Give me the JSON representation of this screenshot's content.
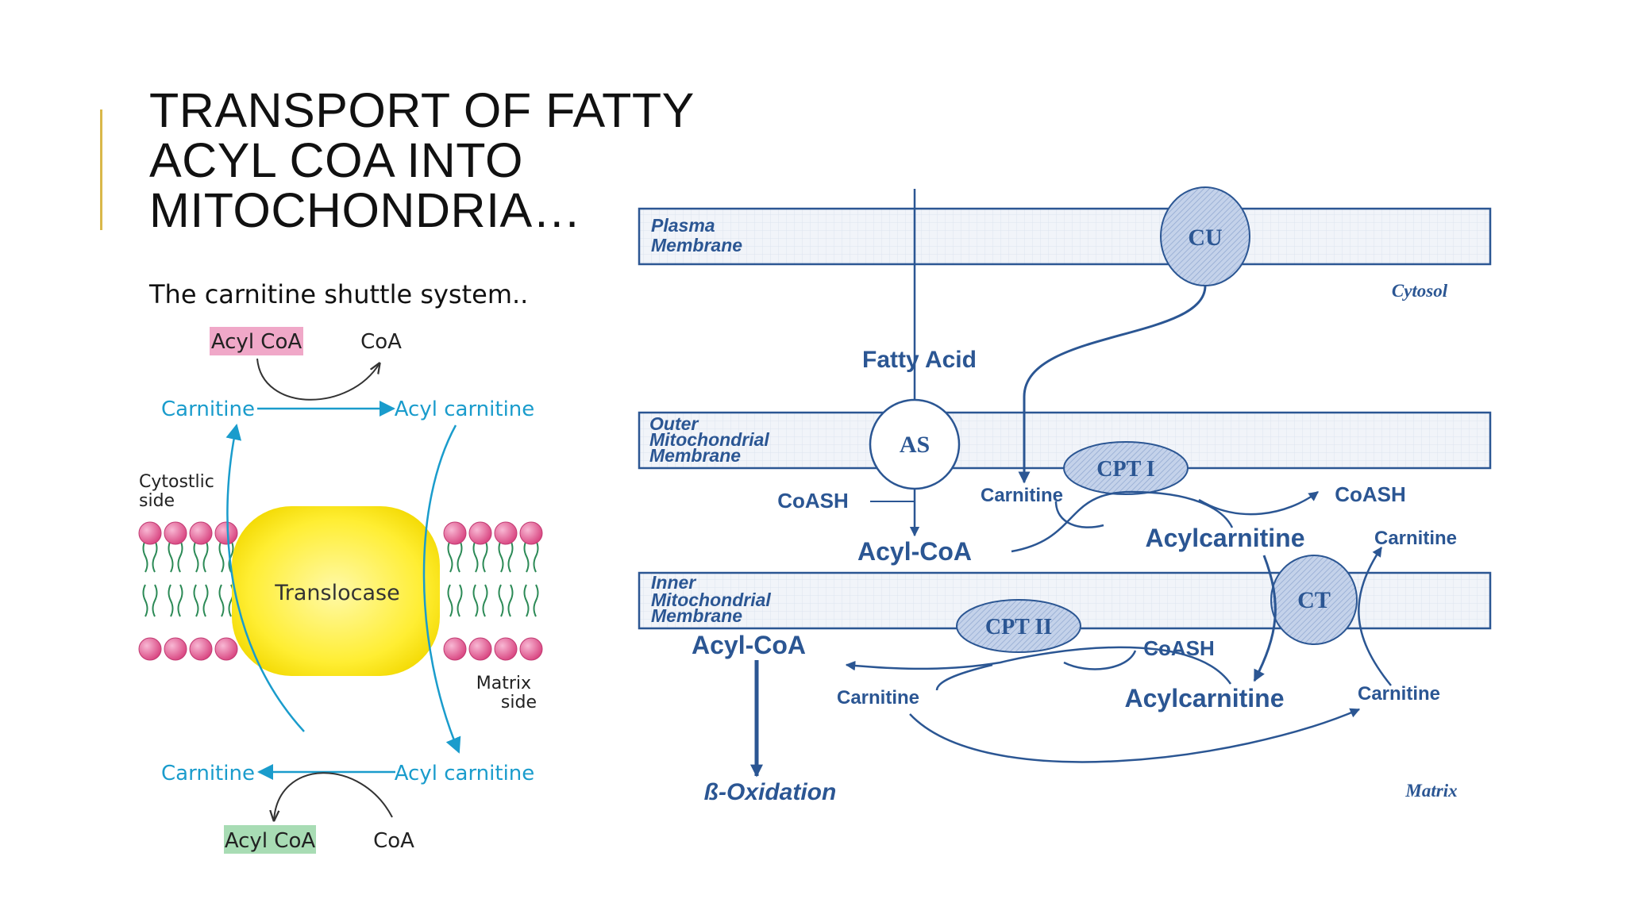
{
  "slide": {
    "title": "TRANSPORT OF FATTY ACYL COA INTO MITOCHONDRIA…",
    "subtitle": "The carnitine shuttle system.."
  },
  "left_diagram": {
    "top_acyl_coa": "Acyl CoA",
    "top_coa": "CoA",
    "top_carnitine": "Carnitine",
    "top_acyl_carnitine": "Acyl carnitine",
    "cytosolic_side_line1": "Cytostlic",
    "cytosolic_side_line2": "side",
    "translocase": "Translocase",
    "matrix_side_line1": "Matrix",
    "matrix_side_line2": "side",
    "bottom_carnitine": "Carnitine",
    "bottom_acyl_carnitine": "Acyl carnitine",
    "bottom_acyl_coa": "Acyl CoA",
    "bottom_coa": "CoA",
    "colors": {
      "blue": "#1a9ccc",
      "pink_box": "#f0a8c8",
      "green_box": "#a8dcb4",
      "yellow": "#ffee33",
      "lipid_head": "#e8609a",
      "lipid_tail": "#2c8a56"
    }
  },
  "right_diagram": {
    "plasma_line1": "Plasma",
    "plasma_line2": "Membrane",
    "cu": "CU",
    "cytosol": "Cytosol",
    "fatty_acid": "Fatty Acid",
    "outer_line1": "Outer",
    "outer_line2": "Mitochondrial",
    "outer_line3": "Membrane",
    "as": "AS",
    "cpt1": "CPT I",
    "coash_left": "CoASH",
    "carnitine_outer": "Carnitine",
    "coash_right": "CoASH",
    "acyl_coa_outer": "Acyl-CoA",
    "acylcarnitine_outer": "Acylcarnitine",
    "carnitine_right": "Carnitine",
    "inner_line1": "Inner",
    "inner_line2": "Mitochondrial",
    "inner_line3": "Membrane",
    "ct": "CT",
    "cpt2": "CPT II",
    "acyl_coa_inner": "Acyl-CoA",
    "coash_inner": "CoASH",
    "carnitine_inner_left": "Carnitine",
    "acylcarnitine_inner": "Acylcarnitine",
    "carnitine_inner_right": "Carnitine",
    "beta_oxidation": "ß-Oxidation",
    "matrix": "Matrix",
    "colors": {
      "navy": "#2b5693",
      "enzyme_fill": "#b7c9e6",
      "membrane_fill": "#eef2f8"
    }
  }
}
